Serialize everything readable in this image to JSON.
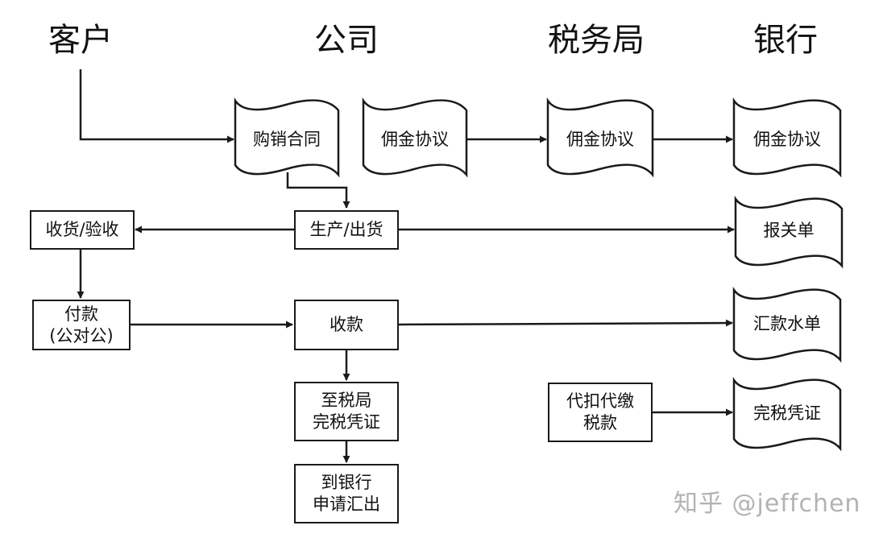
{
  "lanes": {
    "customer": "客户",
    "company": "公司",
    "tax_bureau": "税务局",
    "bank": "银行"
  },
  "documents": {
    "sales_contract": "购销合同",
    "commission_company": "佣金协议",
    "commission_tax": "佣金协议",
    "commission_bank": "佣金协议",
    "customs_declaration": "报关单",
    "remittance_slip": "汇款水单",
    "tax_certificate": "完税凭证"
  },
  "processes": {
    "receive_accept": "收货/验收",
    "produce_ship": "生产/出货",
    "payment_line1": "付款",
    "payment_line2": "(公对公)",
    "collect_payment": "收款",
    "to_tax_line1": "至税局",
    "to_tax_line2": "完税凭证",
    "to_bank_line1": "到银行",
    "to_bank_line2": "申请汇出",
    "withhold_line1": "代扣代缴",
    "withhold_line2": "税款"
  },
  "watermark": "知乎 @jeffchen"
}
